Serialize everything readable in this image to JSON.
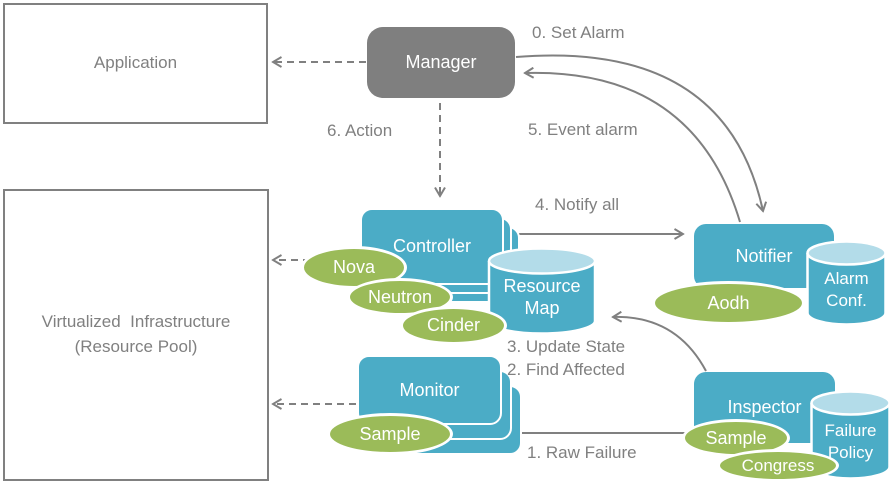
{
  "nodes": {
    "application": "Application",
    "virtualized_infrastructure_line1": "Virtualized  Infrastructure",
    "virtualized_infrastructure_line2": "(Resource Pool)",
    "manager": "Manager",
    "controller": "Controller",
    "monitor": "Monitor",
    "notifier": "Notifier",
    "inspector": "Inspector"
  },
  "datastores": {
    "resource_map": {
      "line1": "Resource",
      "line2": "Map"
    },
    "alarm_conf": {
      "line1": "Alarm",
      "line2": "Conf."
    },
    "failure_policy": {
      "line1": "Failure",
      "line2": "Policy"
    }
  },
  "plugins": {
    "nova": "Nova",
    "neutron": "Neutron",
    "cinder": "Cinder",
    "monitor_sample": "Sample",
    "aodh": "Aodh",
    "inspector_sample": "Sample",
    "congress": "Congress"
  },
  "flows": {
    "set_alarm": "0. Set Alarm",
    "event_alarm": "5. Event alarm",
    "action": "6. Action",
    "notify_all": "4. Notify all",
    "update_state": "3. Update State",
    "find_affected": "2. Find Affected",
    "raw_failure": "1. Raw Failure"
  },
  "colors": {
    "teal": "#4BACC6",
    "green": "#9BBB59",
    "line_gray": "#808080",
    "manager_gray": "#7F7F7F",
    "cylinder_top": "#B3DCE9"
  }
}
